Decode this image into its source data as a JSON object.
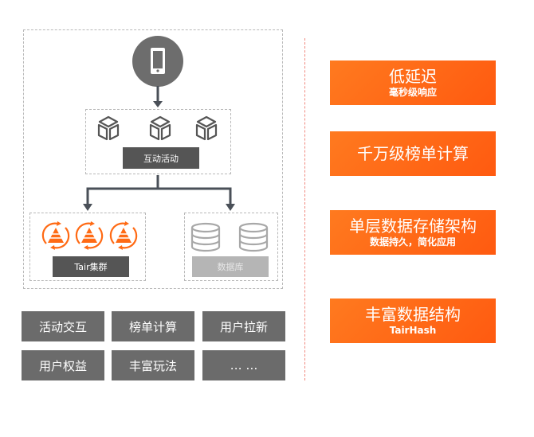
{
  "diagram": {
    "client_icon": "mobile-phone-icon",
    "interactive_group": {
      "label": "互动活动",
      "icons": [
        "cube-icon",
        "cube-icon",
        "cube-icon"
      ]
    },
    "tair_cluster": {
      "label": "Tair集群",
      "icons": [
        "tair-pyramid-icon",
        "tair-pyramid-icon",
        "tair-pyramid-icon"
      ]
    },
    "database": {
      "label": "数据库",
      "icons": [
        "database-icon",
        "database-icon"
      ]
    },
    "scenarios": [
      "活动交互",
      "榜单计算",
      "用户拉新",
      "用户权益",
      "丰富玩法",
      "… …"
    ]
  },
  "features": [
    {
      "title": "低延迟",
      "subtitle": "毫秒级响应"
    },
    {
      "title": "千万级榜单计算",
      "subtitle": ""
    },
    {
      "title": "单层数据存储架构",
      "subtitle": "数据持久，简化应用"
    },
    {
      "title": "丰富数据结构",
      "subtitle": "TairHash"
    }
  ],
  "colors": {
    "accent": "#ff6a14",
    "dark_gray": "#555555",
    "light_gray": "#b5b5b5",
    "divider": "#f08a80"
  }
}
